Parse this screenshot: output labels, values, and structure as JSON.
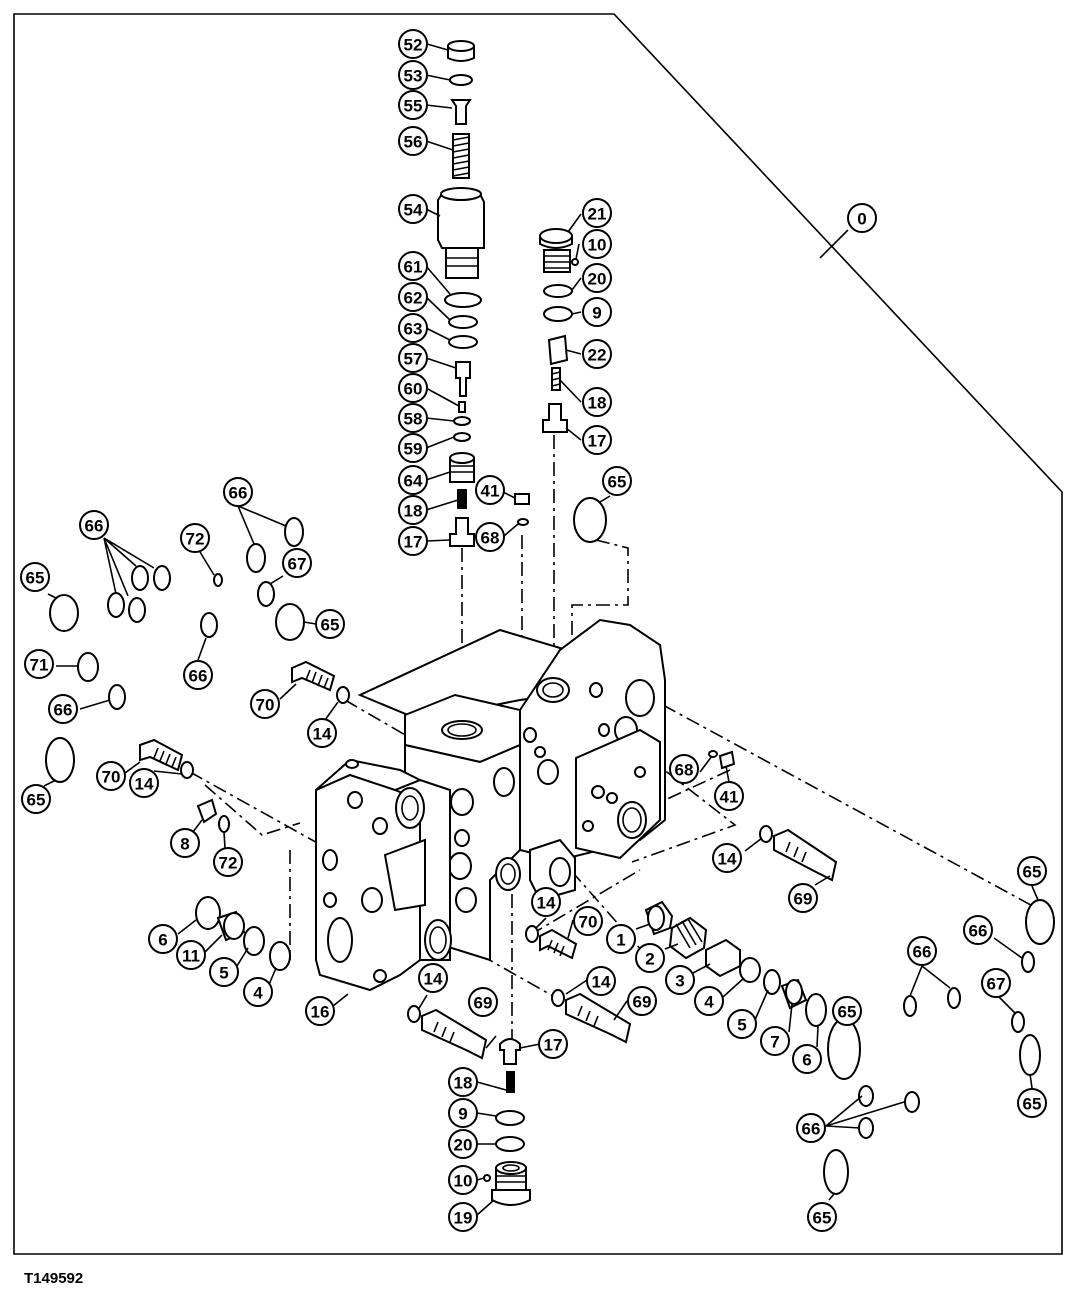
{
  "figure_id": "T149592",
  "callouts": [
    {
      "label": "52"
    },
    {
      "label": "53"
    },
    {
      "label": "55"
    },
    {
      "label": "56"
    },
    {
      "label": "54"
    },
    {
      "label": "61"
    },
    {
      "label": "62"
    },
    {
      "label": "63"
    },
    {
      "label": "57"
    },
    {
      "label": "60"
    },
    {
      "label": "58"
    },
    {
      "label": "59"
    },
    {
      "label": "64"
    },
    {
      "label": "18"
    },
    {
      "label": "17"
    },
    {
      "label": "41"
    },
    {
      "label": "68"
    },
    {
      "label": "21"
    },
    {
      "label": "10"
    },
    {
      "label": "20"
    },
    {
      "label": "9"
    },
    {
      "label": "22"
    },
    {
      "label": "18"
    },
    {
      "label": "17"
    },
    {
      "label": "65"
    },
    {
      "label": "0"
    },
    {
      "label": "66"
    },
    {
      "label": "66"
    },
    {
      "label": "72"
    },
    {
      "label": "67"
    },
    {
      "label": "65"
    },
    {
      "label": "65"
    },
    {
      "label": "66"
    },
    {
      "label": "71"
    },
    {
      "label": "66"
    },
    {
      "label": "65"
    },
    {
      "label": "70"
    },
    {
      "label": "14"
    },
    {
      "label": "70"
    },
    {
      "label": "14"
    },
    {
      "label": "8"
    },
    {
      "label": "72"
    },
    {
      "label": "68"
    },
    {
      "label": "41"
    },
    {
      "label": "14"
    },
    {
      "label": "69"
    },
    {
      "label": "65"
    },
    {
      "label": "66"
    },
    {
      "label": "14"
    },
    {
      "label": "70"
    },
    {
      "label": "1"
    },
    {
      "label": "2"
    },
    {
      "label": "3"
    },
    {
      "label": "6"
    },
    {
      "label": "11"
    },
    {
      "label": "5"
    },
    {
      "label": "4"
    },
    {
      "label": "14"
    },
    {
      "label": "14"
    },
    {
      "label": "16"
    },
    {
      "label": "69"
    },
    {
      "label": "69"
    },
    {
      "label": "4"
    },
    {
      "label": "5"
    },
    {
      "label": "7"
    },
    {
      "label": "6"
    },
    {
      "label": "65"
    },
    {
      "label": "66"
    },
    {
      "label": "67"
    },
    {
      "label": "65"
    },
    {
      "label": "17"
    },
    {
      "label": "18"
    },
    {
      "label": "9"
    },
    {
      "label": "20"
    },
    {
      "label": "10"
    },
    {
      "label": "19"
    },
    {
      "label": "66"
    },
    {
      "label": "65"
    }
  ]
}
